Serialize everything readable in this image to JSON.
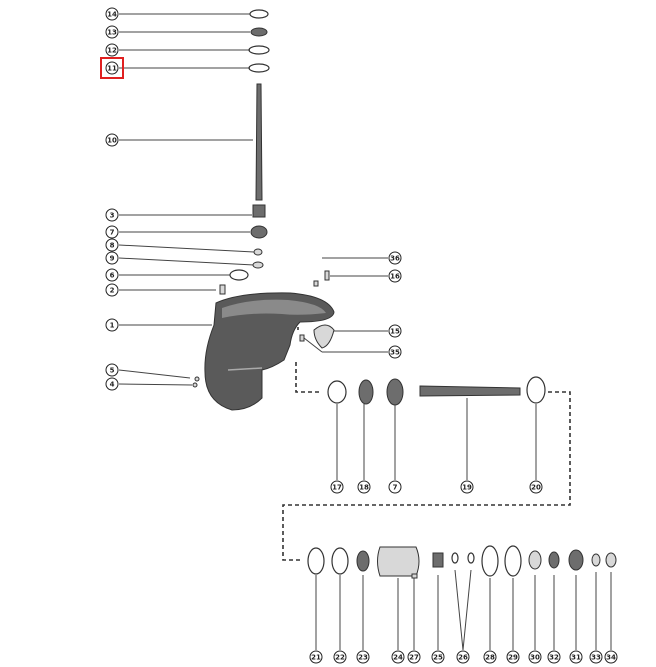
{
  "highlight_color": "#e02020",
  "callouts": {
    "c14": "14",
    "c13": "13",
    "c12": "12",
    "c11": "11",
    "c10": "10",
    "c3": "3",
    "c7a": "7",
    "c8": "8",
    "c9": "9",
    "c6": "6",
    "c2": "2",
    "c1": "1",
    "c5": "5",
    "c4": "4",
    "c36": "36",
    "c16": "16",
    "c15": "15",
    "c35": "35",
    "c17": "17",
    "c18": "18",
    "c7b": "7",
    "c19": "19",
    "c20": "20",
    "c21": "21",
    "c22": "22",
    "c23": "23",
    "c24": "24",
    "c27": "27",
    "c25": "25",
    "c26": "26",
    "c28": "28",
    "c29": "29",
    "c30": "30",
    "c32": "32",
    "c31": "31",
    "c33": "33",
    "c34": "34"
  }
}
